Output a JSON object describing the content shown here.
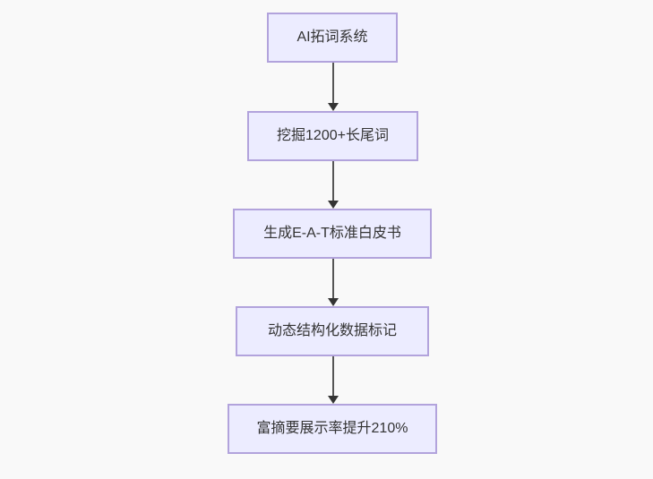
{
  "diagram": {
    "type": "flowchart",
    "direction": "top-to-bottom",
    "nodes": [
      {
        "id": "step-1",
        "label": "AI拓词系统"
      },
      {
        "id": "step-2",
        "label": "挖掘1200+长尾词"
      },
      {
        "id": "step-3",
        "label": "生成E-A-T标准白皮书"
      },
      {
        "id": "step-4",
        "label": "动态结构化数据标记"
      },
      {
        "id": "step-5",
        "label": "富摘要展示率提升210%"
      }
    ],
    "edges": [
      {
        "from": "step-1",
        "to": "step-2"
      },
      {
        "from": "step-2",
        "to": "step-3"
      },
      {
        "from": "step-3",
        "to": "step-4"
      },
      {
        "from": "step-4",
        "to": "step-5"
      }
    ],
    "colors": {
      "page_bg": "#f9f9f9",
      "node_fill": "#ececff",
      "node_border": "#b2a3dc",
      "text": "#333333",
      "arrow": "#555555",
      "arrow_head": "#333333"
    }
  }
}
